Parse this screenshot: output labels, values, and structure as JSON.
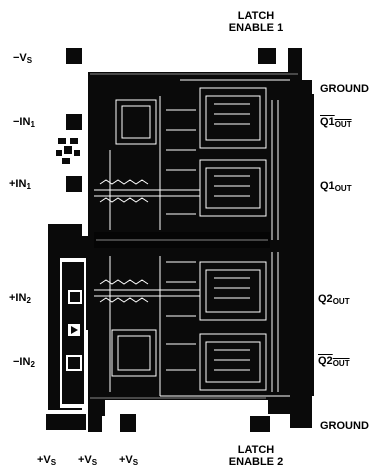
{
  "diagram": {
    "latch_enable_1": {
      "line1": "LATCH",
      "line2": "ENABLE 1"
    },
    "latch_enable_2": {
      "line1": "LATCH",
      "line2": "ENABLE 2"
    },
    "neg_vs": {
      "main": "−V",
      "sub": "S"
    },
    "neg_in1": {
      "main": "−IN",
      "sub": "1"
    },
    "pos_in1": {
      "main": "+IN",
      "sub": "1"
    },
    "pos_in2": {
      "main": "+IN",
      "sub": "2"
    },
    "neg_in2": {
      "main": "−IN",
      "sub": "2"
    },
    "ground_top": "GROUND",
    "ground_bottom": "GROUND",
    "q1_out_bar": {
      "main": "Q1",
      "sub": "OUT"
    },
    "q1_out": {
      "main": "Q1",
      "sub": "OUT"
    },
    "q2_out": {
      "main": "Q2",
      "sub": "OUT"
    },
    "q2_out_bar": {
      "main": "Q2",
      "sub": "OUT"
    },
    "pos_vs_1": {
      "main": "+V",
      "sub": "S"
    },
    "pos_vs_2": {
      "main": "+V",
      "sub": "S"
    },
    "pos_vs_3": {
      "main": "+V",
      "sub": "S"
    }
  },
  "colors": {
    "die": "#0a0a0a",
    "metal": "#ffffff",
    "background": "#ffffff"
  }
}
